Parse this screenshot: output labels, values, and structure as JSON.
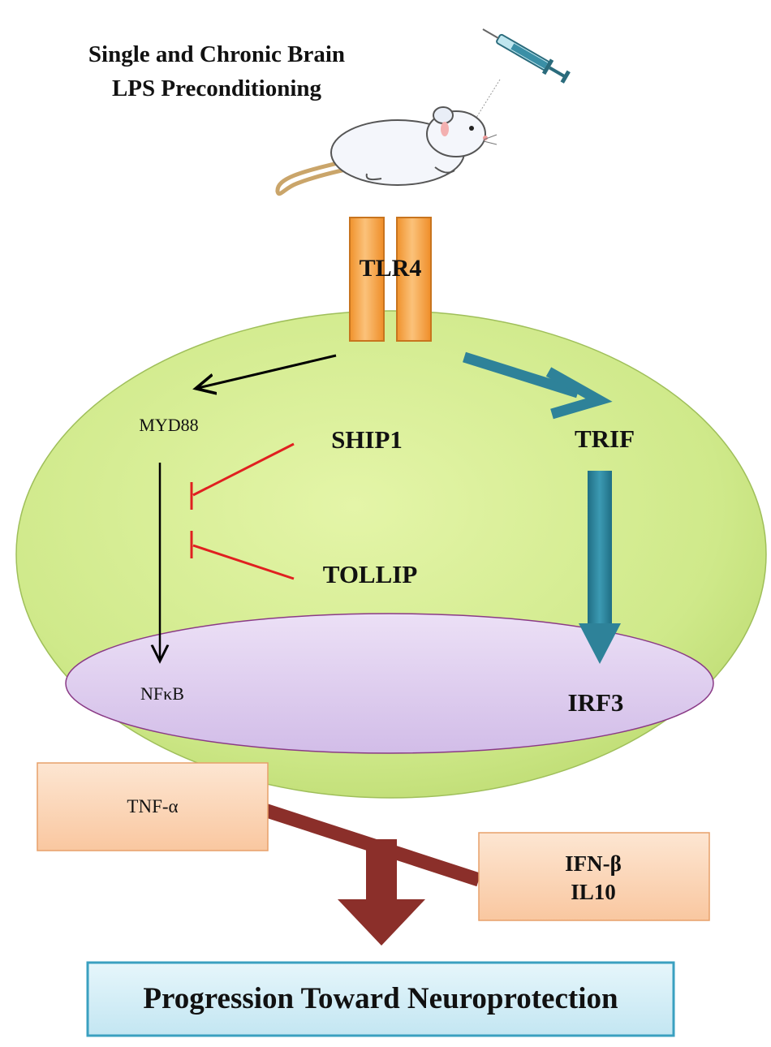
{
  "title": {
    "line1": "Single and Chronic Brain",
    "line2": "LPS Preconditioning"
  },
  "receptor": {
    "label": "TLR4"
  },
  "nodes": {
    "myd88": "MYD88",
    "nfkb": "NFκB",
    "trif": "TRIF",
    "irf3": "IRF3",
    "ship1": "SHIP1",
    "tollip": "TOLLIP"
  },
  "cytokines": {
    "left": "TNF-α",
    "right_line1": "IFN-β",
    "right_line2": "IL10"
  },
  "outcome": {
    "label": "Progression Toward Neuroprotection"
  },
  "icons": [
    "syringe-icon",
    "mouse-icon"
  ],
  "colors": {
    "cell_fill": "#cfe98a",
    "nucleus_fill": "#dccbec",
    "receptor_fill": "#f5a54a",
    "trif_arrow": "#2e8299",
    "inhibition": "#e02020",
    "balance": "#8b2f2a",
    "cytokine_box": "#fbd2b0",
    "outcome_box": "#d3eef7",
    "outcome_border": "#3aa0c0"
  }
}
